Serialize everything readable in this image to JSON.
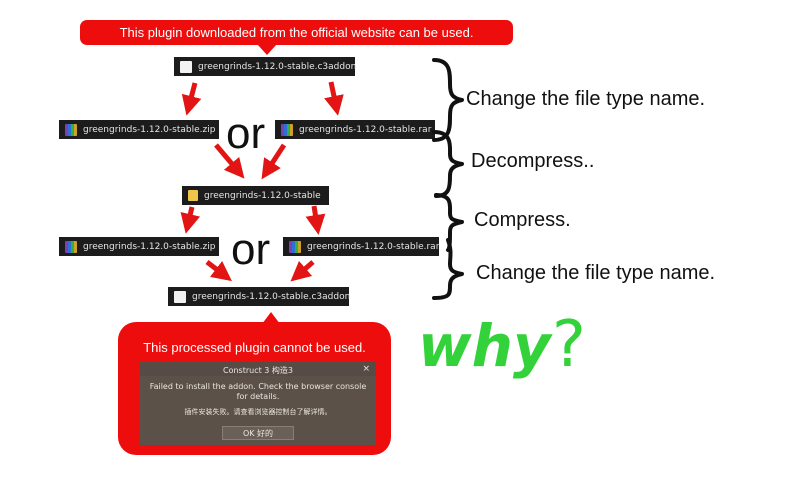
{
  "top_callout": {
    "text": "This plugin downloaded from the official website can be used."
  },
  "files": {
    "original_addon": "greengrinds-1.12.0-stable.c3addon",
    "zip_1": "greengrinds-1.12.0-stable.zip",
    "rar_1": "greengrinds-1.12.0-stable.rar",
    "folder": "greengrinds-1.12.0-stable",
    "zip_2": "greengrinds-1.12.0-stable.zip",
    "rar_2": "greengrinds-1.12.0-stable.rar",
    "processed_addon": "greengrinds-1.12.0-stable.c3addon"
  },
  "or_labels": [
    "or",
    "or"
  ],
  "steps": {
    "rename_1": "Change the file type name.",
    "decompress": "Decompress..",
    "compress": "Compress.",
    "rename_2": "Change the file type name."
  },
  "bottom_callout": {
    "text": "This processed plugin cannot be used."
  },
  "dialog": {
    "title": "Construct 3  构造3",
    "close": "×",
    "message": "Failed to install the addon. Check the browser console for details.",
    "message_cn": "插件安装失败。请查看浏览器控制台了解详情。",
    "ok_label": "OK  好的"
  },
  "why_text": {
    "word": "why",
    "mark": "?"
  },
  "colors": {
    "callout_red": "#ee0d0d",
    "arrow_red": "#e21414",
    "why_green": "#33d13a",
    "dialog_bg": "#5b5149"
  },
  "icons": {
    "addon": "document-icon",
    "archive": "winrar-archive-icon",
    "folder": "folder-icon"
  }
}
